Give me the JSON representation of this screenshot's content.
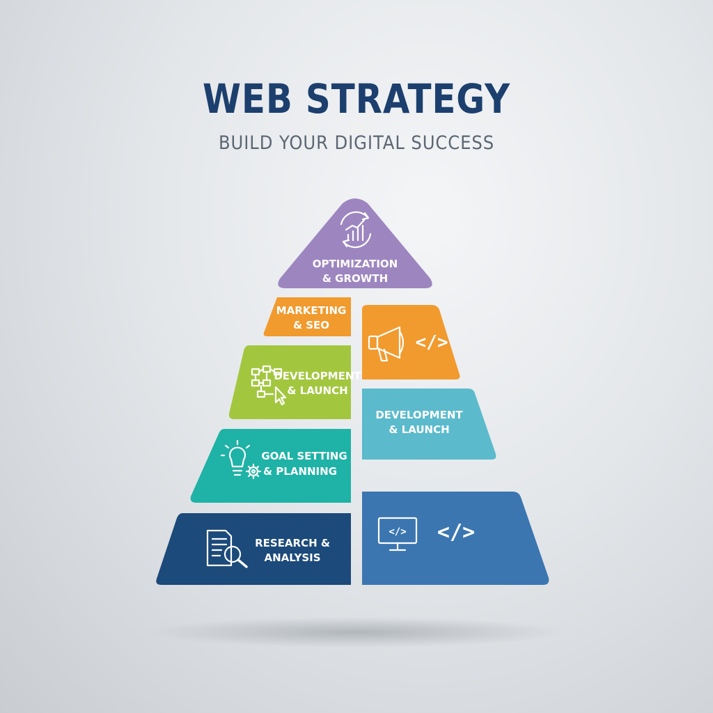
{
  "header": {
    "title": "WEB STRATEGY",
    "subtitle": "BUILD YOUR DIGITAL SUCCESS"
  },
  "pyramid": {
    "top": {
      "line1": "OPTIMIZATION",
      "line2": "& GROWTH",
      "color": "#9d86bf",
      "icon": "growth-chart-icon"
    },
    "left": [
      {
        "line1": "MARKETING",
        "line2": "& SEO",
        "color": "#f19a2e"
      },
      {
        "line1": "DEVELOPMENT",
        "line2": "& LAUNCH",
        "color": "#a2c73f",
        "icon": "flowchart-cursor-icon"
      },
      {
        "line1": "GOAL SETTING",
        "line2": "& PLANNING",
        "color": "#1fb2a6",
        "icon": "lightbulb-gear-icon"
      },
      {
        "line1": "RESEARCH &",
        "line2": "ANALYSIS",
        "color": "#1c4a7a",
        "icon": "document-search-icon"
      }
    ],
    "right": [
      {
        "color": "#f19a2e",
        "icon": "megaphone-code-icon",
        "code": "</>"
      },
      {
        "line1": "DEVELOPMENT",
        "line2": "& LAUNCH",
        "color": "#5bbacc"
      },
      {
        "color": "#3b76b0",
        "icon": "monitor-code-icon",
        "code": "</>",
        "screen_code": "</>"
      }
    ]
  }
}
